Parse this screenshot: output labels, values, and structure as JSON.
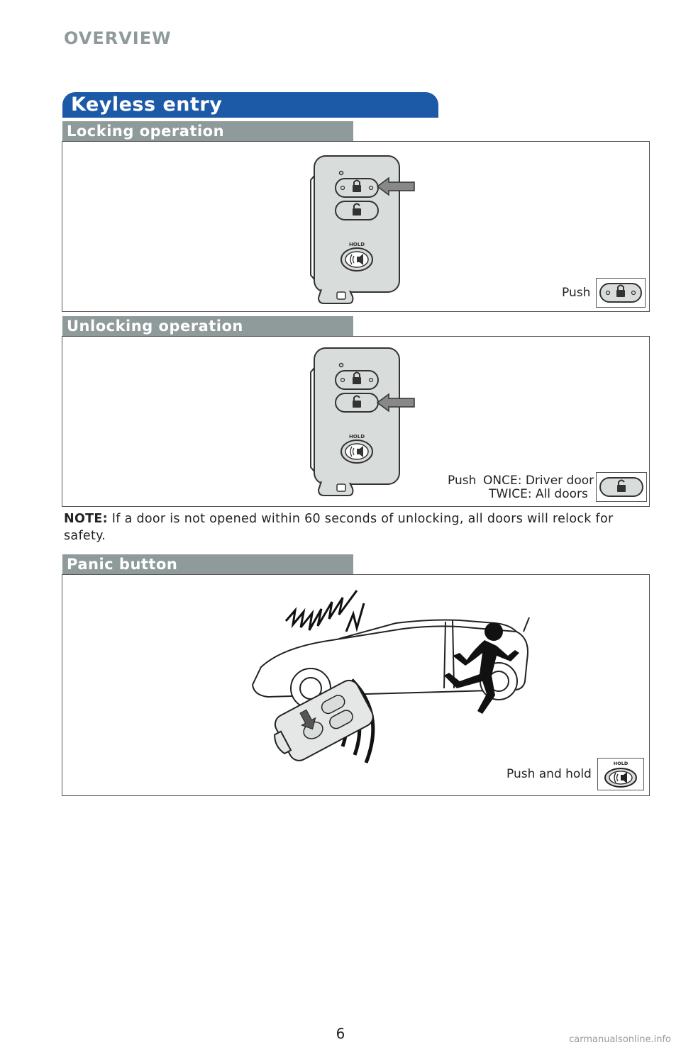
{
  "header": {
    "section": "OVERVIEW"
  },
  "main_title": "Keyless entry",
  "locking": {
    "title": "Locking operation",
    "instruction": "Push"
  },
  "unlocking": {
    "title": "Unlocking operation",
    "instruction_push": "Push",
    "instruction_once": "ONCE: Driver door",
    "instruction_twice": "TWICE: All doors"
  },
  "note": {
    "label": "NOTE:",
    "text": "If a door is not opened within 60 seconds of unlocking, all doors will relock for safety."
  },
  "panic": {
    "title": "Panic button",
    "instruction": "Push and hold"
  },
  "remote": {
    "hold_label": "HOLD"
  },
  "footer": {
    "page_number": "6",
    "watermark": "carmanualsonline.info"
  },
  "colors": {
    "banner_blue": "#1c5aa8",
    "banner_gray": "#8f9a9a",
    "key_fob_gray": "#d8dcdb"
  },
  "icons": [
    "lock-icon",
    "unlock-icon",
    "panic-alarm-icon",
    "arrow-left-icon",
    "key-fob-icon"
  ]
}
